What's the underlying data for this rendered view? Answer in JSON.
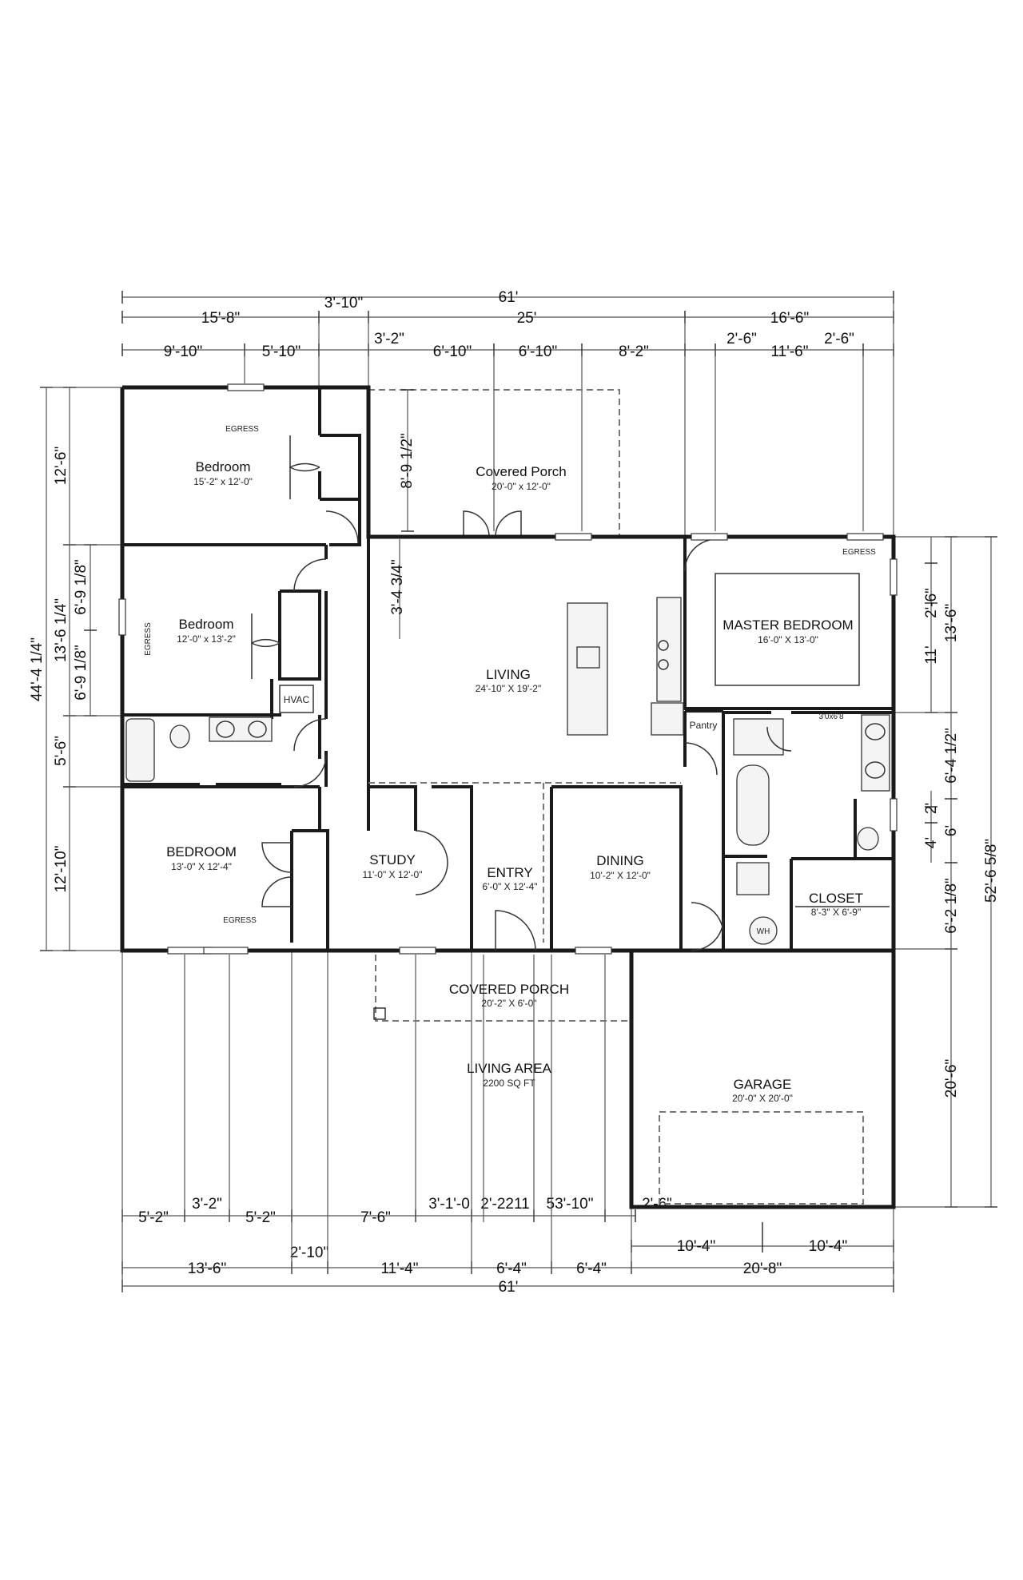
{
  "rooms": {
    "bedroom1": {
      "name": "Bedroom",
      "size": "15'-2\" x 12'-0\"",
      "note": "EGRESS"
    },
    "bedroom2": {
      "name": "Bedroom",
      "size": "12'-0\" x 13'-2\"",
      "note": "EGRESS"
    },
    "bedroom3": {
      "name": "BEDROOM",
      "size": "13'-0\" X 12'-4\"",
      "note": "EGRESS"
    },
    "hvac": {
      "name": "HVAC"
    },
    "covered_porch_rear": {
      "name": "Covered Porch",
      "size": "20'-0\" x 12'-0\""
    },
    "living": {
      "name": "LIVING",
      "size": "24'-10\" X 19'-2\""
    },
    "master_bedroom": {
      "name": "MASTER BEDROOM",
      "size": "16'-0\" X 13'-0\"",
      "note": "EGRESS"
    },
    "pantry": {
      "name": "Pantry"
    },
    "door_label": {
      "name": "3'0x6'8"
    },
    "closet": {
      "name": "CLOSET",
      "size": "8'-3\" X 6'-9\""
    },
    "study": {
      "name": "STUDY",
      "size": "11'-0\" X 12'-0\""
    },
    "entry": {
      "name": "ENTRY",
      "size": "6'-0\" X 12'-4\""
    },
    "dining": {
      "name": "DINING",
      "size": "10'-2\" X 12'-0\""
    },
    "covered_porch_front": {
      "name": "COVERED PORCH",
      "size": "20'-2\" X 6'-0\""
    },
    "living_area": {
      "name": "LIVING AREA",
      "size": "2200 SQ FT"
    },
    "garage": {
      "name": "GARAGE",
      "size": "20'-0\" X 20'-0\""
    },
    "water_heater": {
      "name": "WH"
    }
  },
  "dims_top": {
    "overall": "61'",
    "row2": [
      "15'-8\"",
      "3'-10\"",
      "25'",
      "16'-6\""
    ],
    "row3": [
      "9'-10\"",
      "5'-10\"",
      "3'-2\"",
      "6'-10\"",
      "6'-10\"",
      "8'-2\"",
      "2'-6\"",
      "11'-6\"",
      "2'-6\""
    ]
  },
  "dims_bottom": {
    "row1": [
      "5'-2\"",
      "3'-2\"",
      "5'-2\"",
      "7'-6\"",
      "3'-1'-0",
      "2'-2211",
      "53'-10\"",
      "2'-6\""
    ],
    "row2": [
      "10'-4\"",
      "10'-4\""
    ],
    "row3": [
      "13'-6\"",
      "2'-10\"",
      "11'-4\"",
      "6'-4\"",
      "6'-4\"",
      "20'-8\""
    ],
    "overall": "61'"
  },
  "dims_left": {
    "overall": "44'-4 1/4\"",
    "row2": [
      "12'-6\"",
      "13'-6 1/4\"",
      "5'-6\"",
      "12'-10\""
    ],
    "row3": [
      "6'-9 1/8\"",
      "6'-9 1/8\""
    ]
  },
  "dims_right": {
    "overall": "52'-6 5/8\"",
    "row2": [
      "13'-6\"",
      "6'-4 1/2\"",
      "6'",
      "6'-2 1/8\"",
      "20'-6\""
    ],
    "row3": [
      "2'-6\"",
      "11'",
      "2'",
      "4'"
    ]
  },
  "dims_interior": {
    "porch_depth": "8'-9 1/2\"",
    "living_offset": "3'-4 3/4\""
  }
}
